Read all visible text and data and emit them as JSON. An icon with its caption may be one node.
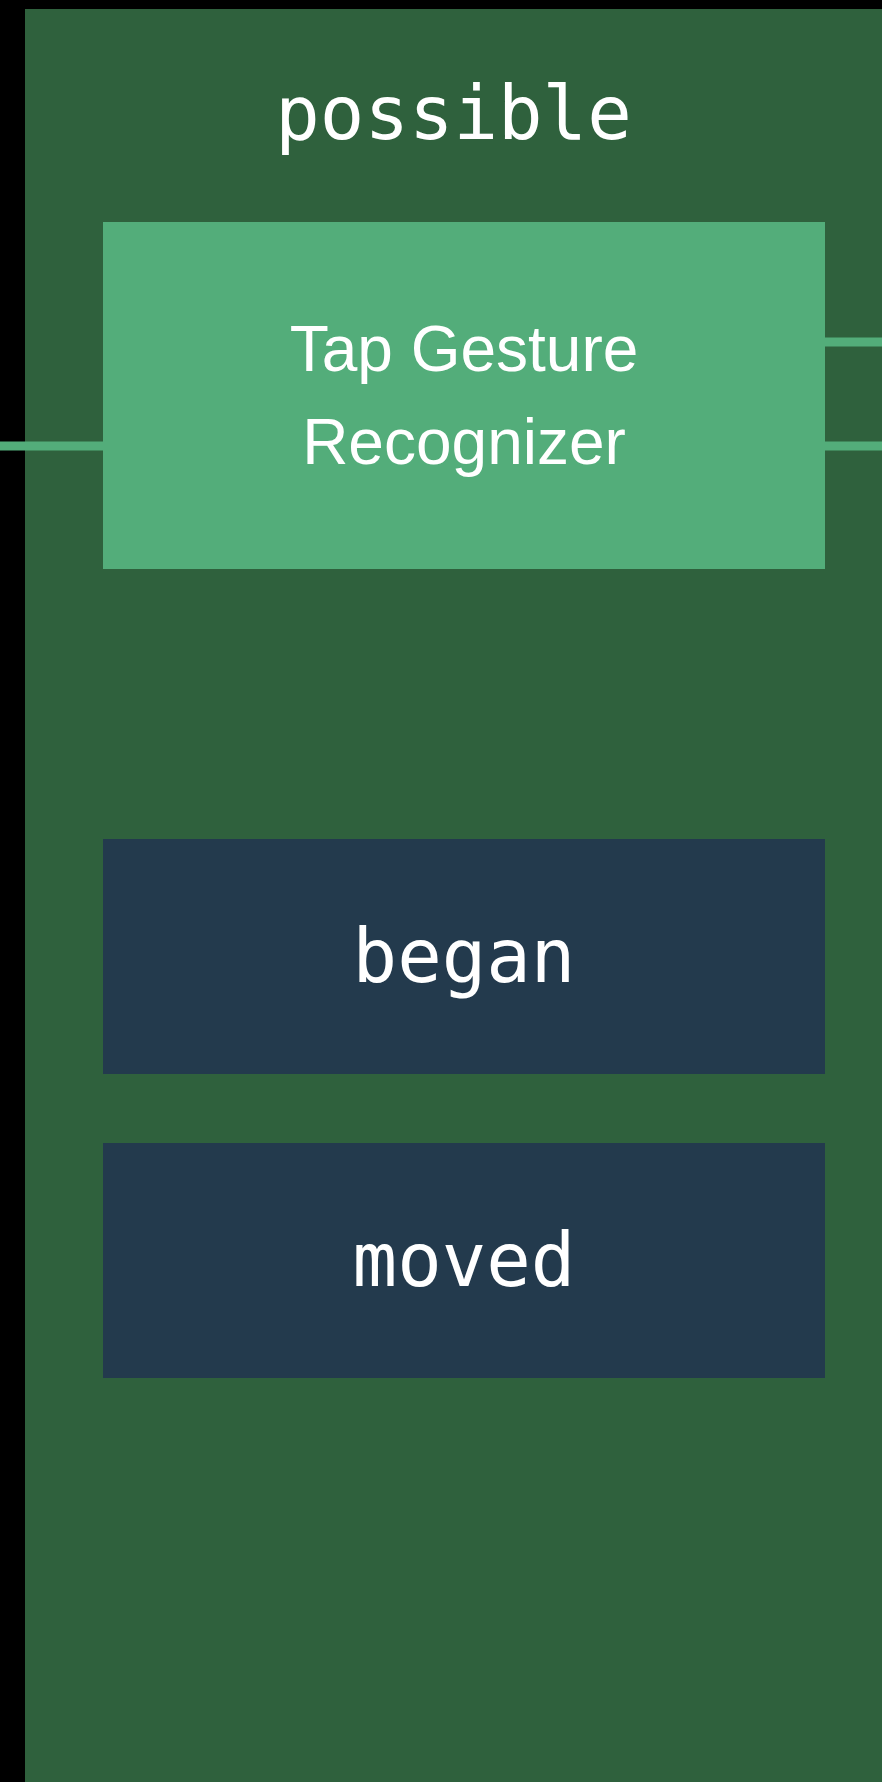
{
  "diagram": {
    "nodes": [
      {
        "text": [
          "possible"
        ]
      },
      {
        "text": [
          "Tap Gesture Recognizer"
        ],
        "in": 0
      },
      {
        "text": [
          "began"
        ],
        "in": 0
      },
      {
        "text": [
          "moved"
        ],
        "in": 0
      }
    ],
    "edges": [
      {
        "from": null,
        "to": 1,
        "arrow": "none"
      },
      {
        "from": 1,
        "to": null,
        "arrow": "none"
      },
      {
        "from": 1,
        "to": null,
        "arrow": "none"
      }
    ]
  }
}
